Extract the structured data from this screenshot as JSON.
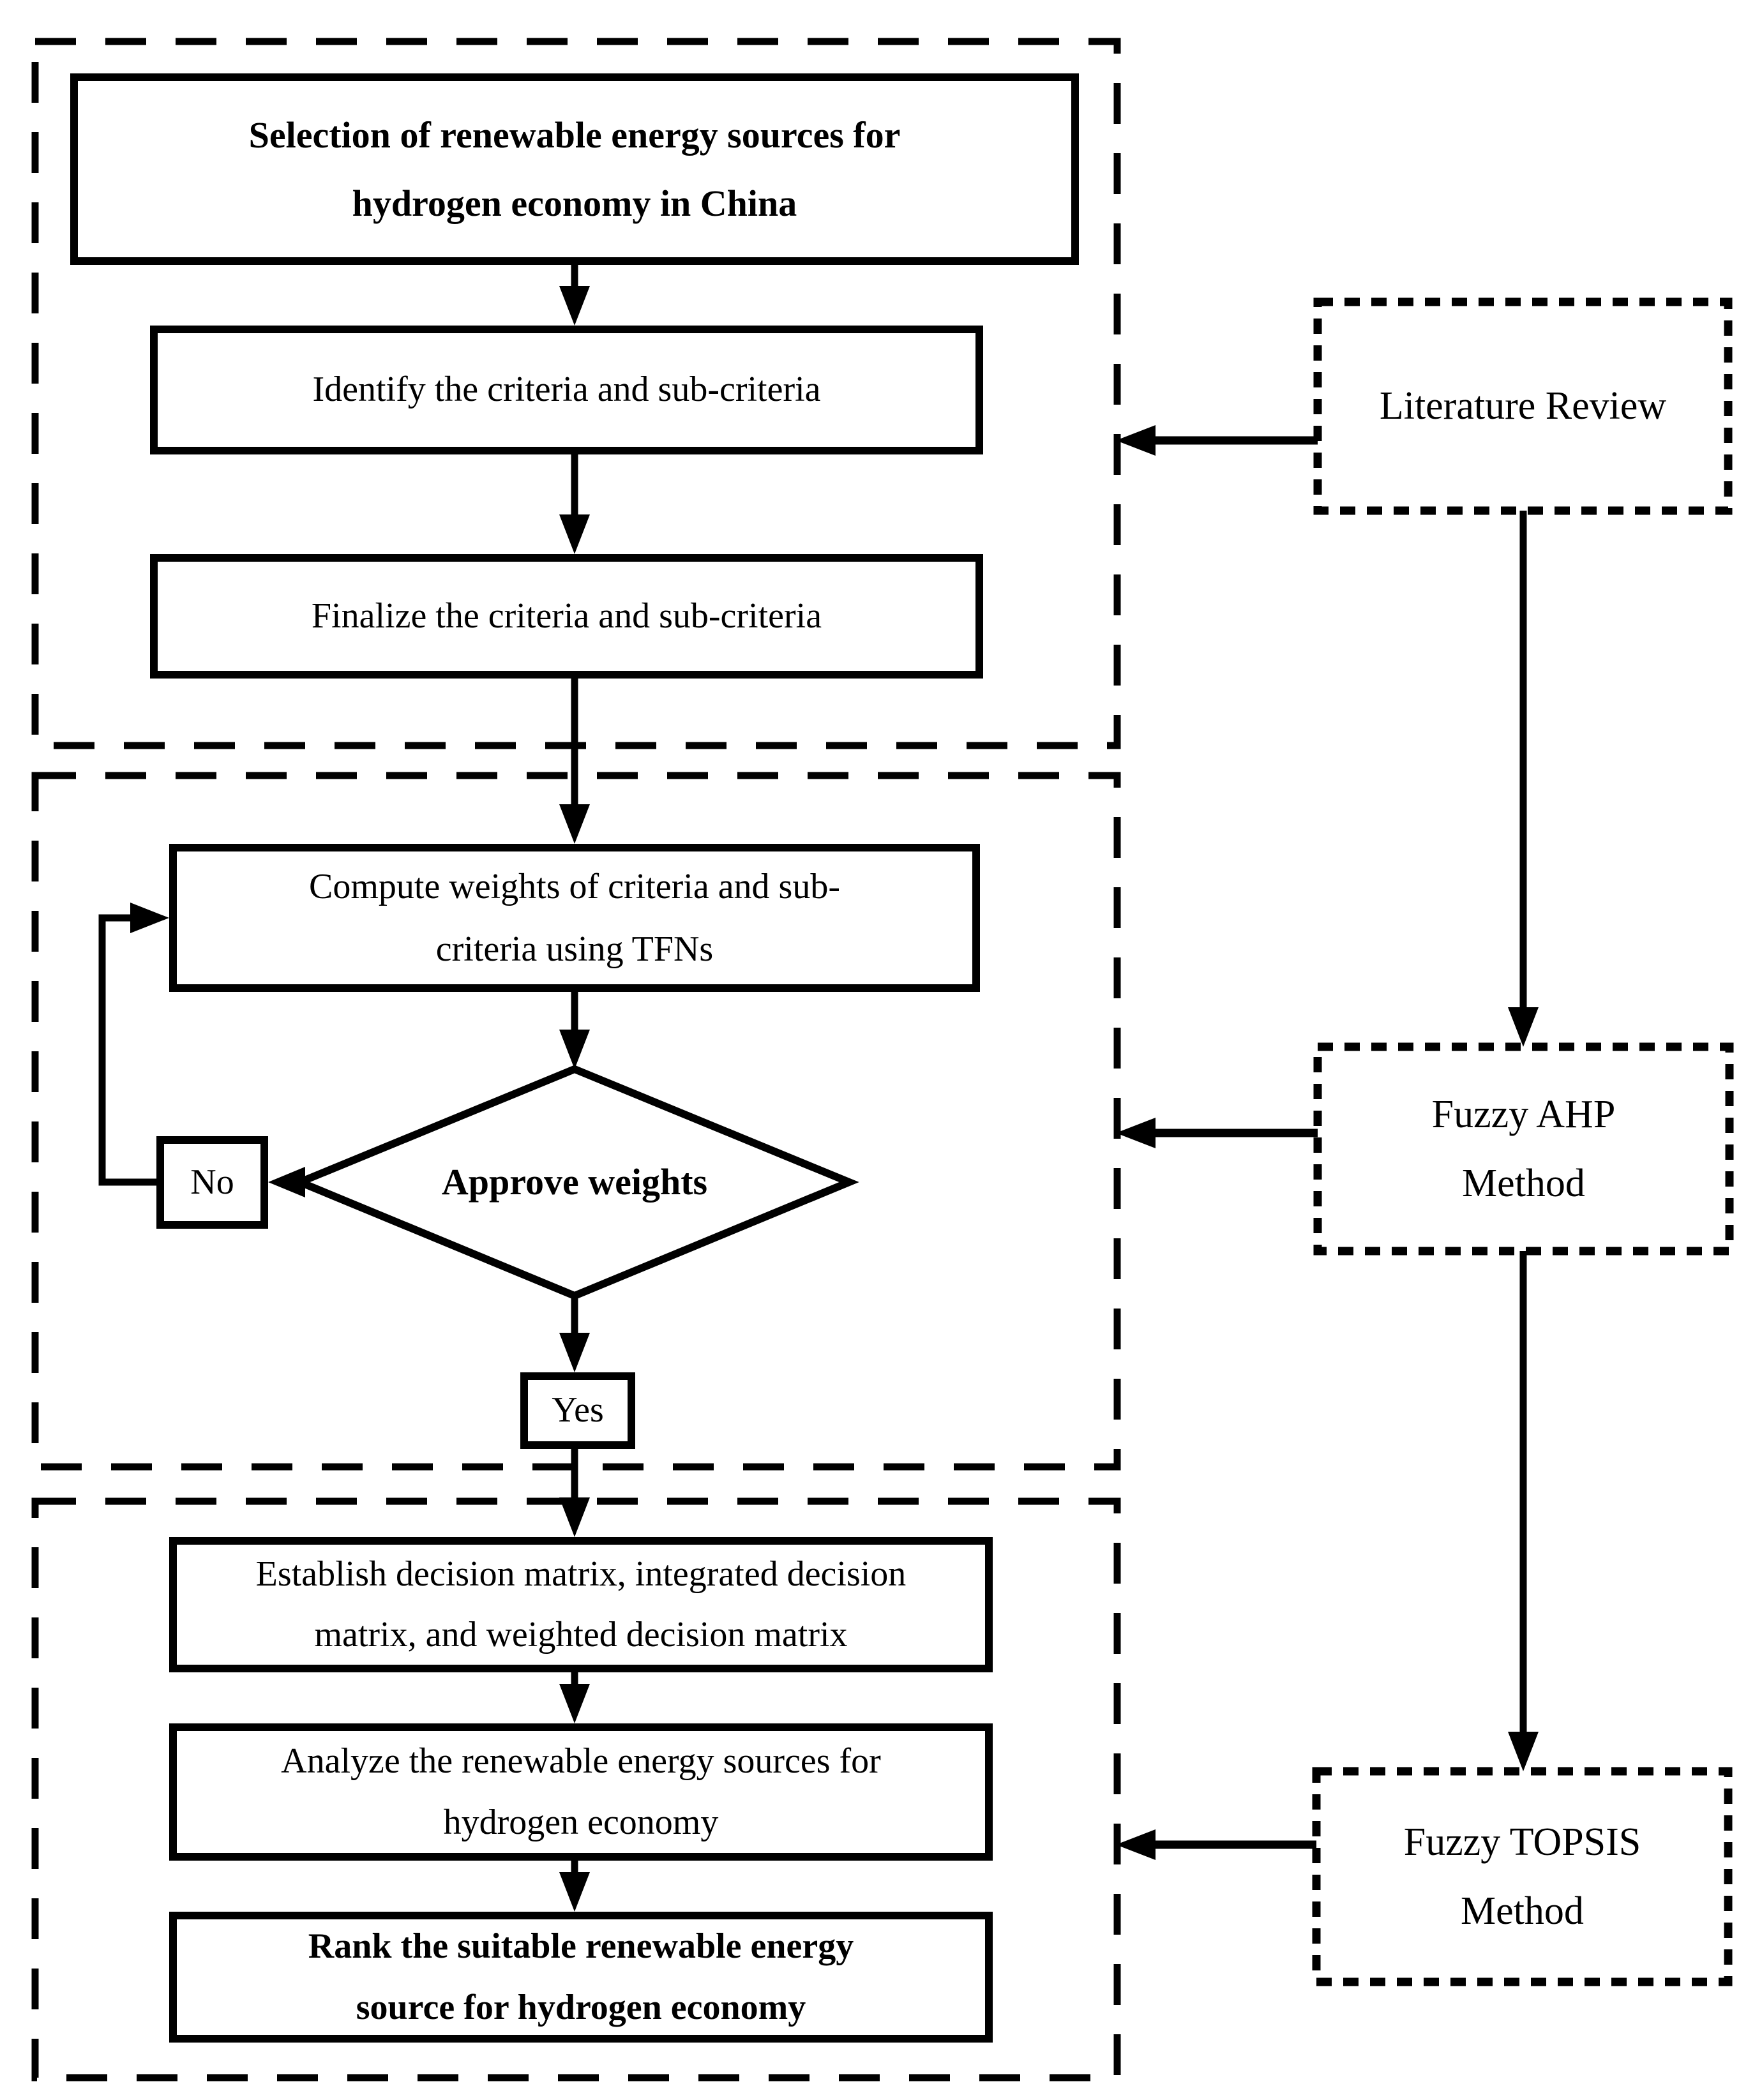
{
  "page": {
    "background": "#ffffff",
    "ink": "#000000"
  },
  "flow": {
    "title": "Selection of renewable energy sources for\nhydrogen economy in China",
    "identify": "Identify the criteria and sub-criteria",
    "finalize": "Finalize the criteria and sub-criteria",
    "compute": "Compute weights of criteria and sub-\ncriteria using TFNs",
    "approve": "Approve weights",
    "no": "No",
    "yes": "Yes",
    "establish": "Establish decision matrix, integrated decision\nmatrix, and weighted decision matrix",
    "analyze": "Analyze the renewable energy sources for\nhydrogen economy",
    "rank": "Rank the suitable renewable energy\nsource for hydrogen economy"
  },
  "methods": {
    "literature": "Literature Review",
    "fuzzy_ahp": "Fuzzy AHP\nMethod",
    "fuzzy_topsis": "Fuzzy TOPSIS\nMethod"
  }
}
